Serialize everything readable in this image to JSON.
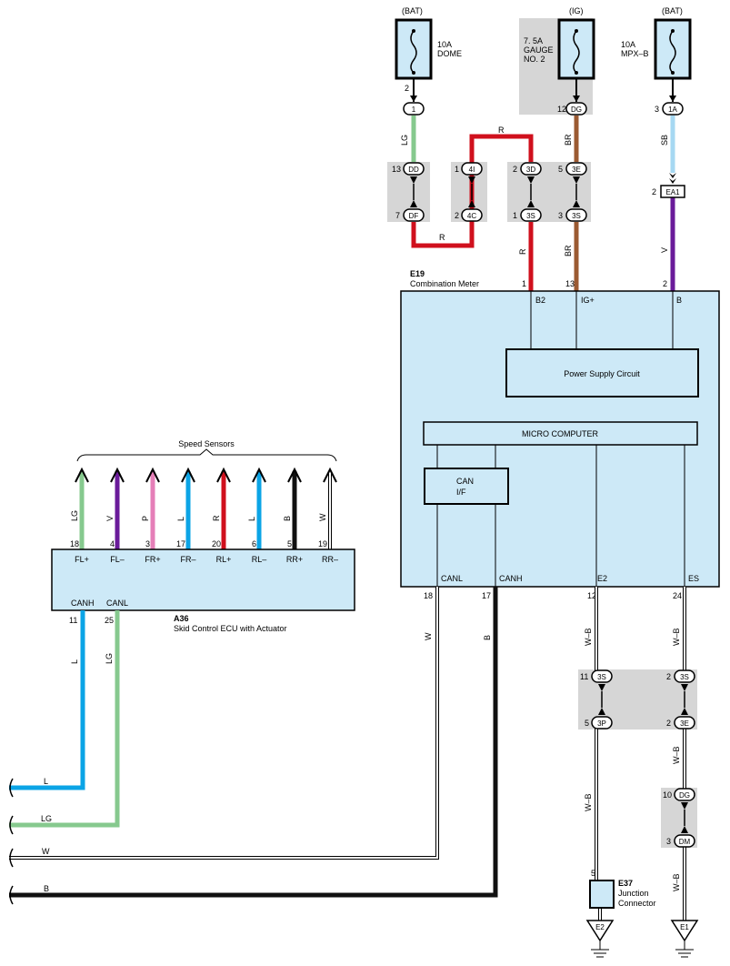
{
  "fuses": [
    {
      "source": "(BAT)",
      "rating": "10A",
      "name": "DOME",
      "pin": "2"
    },
    {
      "source": "(IG)",
      "rating": "7. 5A",
      "name": "GAUGE",
      "name2": "NO. 2",
      "pin": "12"
    },
    {
      "source": "(BAT)",
      "rating": "10A",
      "name": "MPX–B",
      "pin": "3"
    }
  ],
  "connectors": {
    "c1": "1",
    "dg": "DG",
    "a1": "1A",
    "dd": "DD",
    "df": "DF",
    "i4": "4I",
    "c4": "4C",
    "d3": "3D",
    "s3a": "3S",
    "e3": "3E",
    "s3b": "3S",
    "ea1": "EA1",
    "s3c": "3S",
    "p3": "3P",
    "s3d": "3S",
    "e3b": "3E",
    "dg2": "DG",
    "dm": "DM",
    "e2": "E2",
    "e1": "E1"
  },
  "pins": {
    "dd": "13",
    "df": "7",
    "i4": "1",
    "c4": "2",
    "d3": "2",
    "s3a": "1",
    "e3": "5",
    "s3b": "3",
    "ea1": "2",
    "meter_b2": "1",
    "meter_ig": "13",
    "meter_b": "2",
    "meter_canl": "18",
    "meter_canh": "17",
    "meter_e2": "12",
    "meter_es": "24",
    "s3c": "11",
    "p3": "5",
    "s3d": "2",
    "e3b": "2",
    "dg2": "10",
    "dm": "3",
    "jc": "5"
  },
  "wire_colors": {
    "lg": "LG",
    "r": "R",
    "br": "BR",
    "sb": "SB",
    "v": "V",
    "w": "W",
    "b": "B",
    "wb": "W–B",
    "l": "L"
  },
  "meter": {
    "id": "E19",
    "name": "Combination Meter",
    "b2": "B2",
    "ig": "IG+",
    "b": "B",
    "power": "Power Supply Circuit",
    "micro": "MICRO COMPUTER",
    "can_if_1": "CAN",
    "can_if_2": "I/F",
    "canl": "CANL",
    "canh": "CANH",
    "e2": "E2",
    "es": "ES"
  },
  "ecu": {
    "id": "A36",
    "name": "Skid Control ECU with Actuator",
    "sensors_label": "Speed Sensors",
    "canh": "CANH",
    "canl": "CANL",
    "canh_pin": "11",
    "canl_pin": "25",
    "terminals": [
      {
        "label": "FL+",
        "pin": "18",
        "wire": "LG",
        "color": "#86c98e"
      },
      {
        "label": "FL–",
        "pin": "4",
        "wire": "V",
        "color": "#6a1b9a"
      },
      {
        "label": "FR+",
        "pin": "3",
        "wire": "P",
        "color": "#e57fb8"
      },
      {
        "label": "FR–",
        "pin": "17",
        "wire": "L",
        "color": "#0ba4e6"
      },
      {
        "label": "RL+",
        "pin": "20",
        "wire": "R",
        "color": "#d0101d"
      },
      {
        "label": "RL–",
        "pin": "6",
        "wire": "L",
        "color": "#0ba4e6"
      },
      {
        "label": "RR+",
        "pin": "5",
        "wire": "B",
        "color": "#111111"
      },
      {
        "label": "RR–",
        "pin": "19",
        "wire": "W",
        "color": "#ffffff"
      }
    ]
  },
  "junction": {
    "id": "E37",
    "name1": "Junction",
    "name2": "Connector"
  },
  "left_wires": [
    "L",
    "LG",
    "W",
    "B"
  ],
  "colors": {
    "box_fill": "#cde9f7",
    "gray": "#d6d6d6",
    "lg": "#86c98e",
    "r": "#d0101d",
    "br": "#9b5a32",
    "sb": "#a6d8f2",
    "v": "#6a1b9a",
    "l": "#0ba4e6",
    "b": "#111111"
  }
}
